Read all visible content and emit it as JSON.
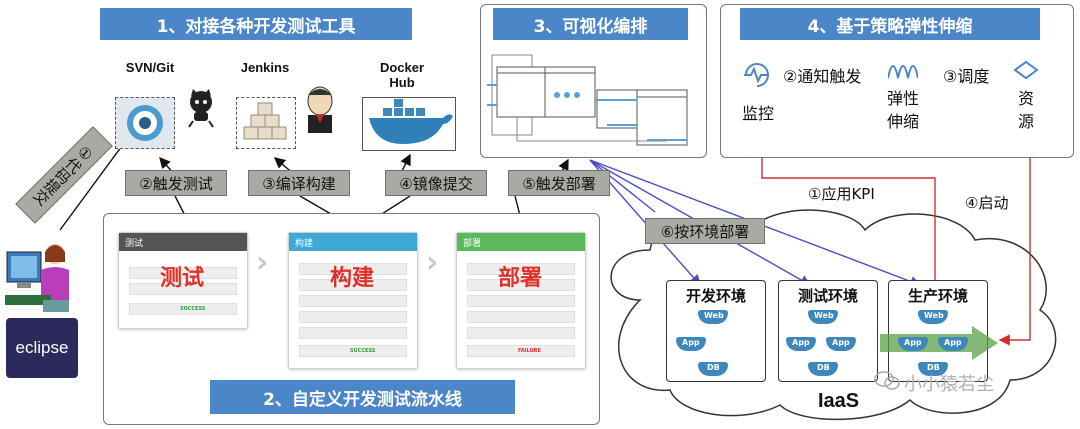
{
  "banners": {
    "tools": "1、对接各种开发测试工具",
    "visual": "3、可视化编排",
    "scale": "4、基于策略弹性伸缩",
    "pipeline": "2、自定义开发测试流水线"
  },
  "tools": {
    "svn": "SVN/Git",
    "jenkins": "Jenkins",
    "docker": "Docker\nHub",
    "eclipse": "eclipse"
  },
  "tags": {
    "code_commit": "①代码提交",
    "trigger_test": "②触发测试",
    "compile_build": "③编译构建",
    "image_submit": "④镜像提交",
    "trigger_deploy": "⑤触发部署",
    "env_deploy": "⑥按环境部署"
  },
  "pipeline_cards": [
    {
      "header": "测试",
      "big": "测试",
      "status": "SUCCESS",
      "color": "#555555",
      "status_color": "#3a9a3a"
    },
    {
      "header": "构建",
      "big": "构建",
      "status": "SUCCESS",
      "color": "#3fa9d6",
      "status_color": "#3a9a3a"
    },
    {
      "header": "部署",
      "big": "部署",
      "status": "FAILURE",
      "color": "#5cb85c",
      "status_color": "#d9302a"
    }
  ],
  "scale": {
    "monitor": "监控",
    "notify": "②通知触发",
    "elastic_1": "弹性",
    "elastic_2": "伸缩",
    "dispatch": "③调度",
    "resource_1": "资",
    "resource_2": "源"
  },
  "arrows": {
    "app_kpi": "①应用KPI",
    "start": "④启动"
  },
  "environments": [
    {
      "title": "开发环境"
    },
    {
      "title": "测试环境"
    },
    {
      "title": "生产环境"
    }
  ],
  "containers": {
    "web": "Web",
    "app": "App",
    "db": "DB"
  },
  "iaas": "IaaS",
  "watermark": "小小猿若尘",
  "colors": {
    "banner": "#4a86c8",
    "tag": "#a7aba3",
    "red": "#e0302a",
    "arrow_red": "#d12f2f",
    "arrow_blue": "#4b4fc4"
  }
}
